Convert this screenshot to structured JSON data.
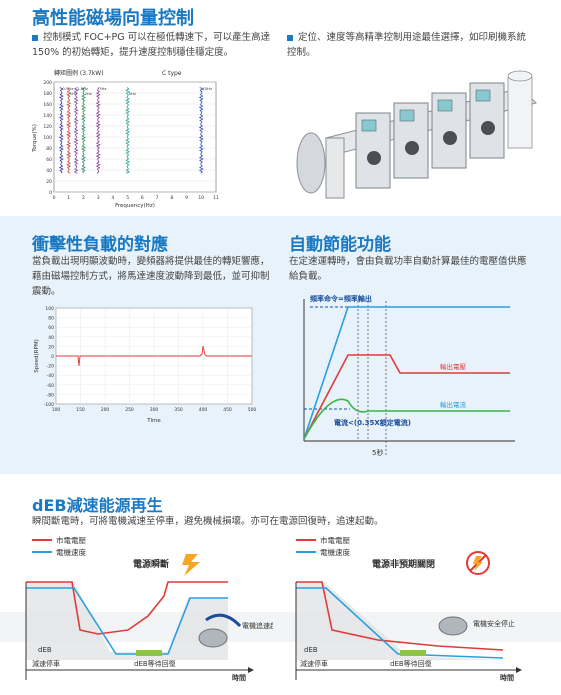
{
  "sec1": {
    "title": "高性能磁場向量控制",
    "bullet1": "控制模式 FOC+PG 可以在極低轉速下，可以產生高達 150% 的初始轉矩，提升速度控制穩佳穩定度。",
    "bullet2": "定位、速度等高精準控制用途最佳選擇，如印刷機系統控制。",
    "chart": {
      "title": "轉矩圖例 (3.7kW)",
      "ctype": "C type",
      "ylabel": "Torque(%)",
      "xlabel": "Frequency(Hz)",
      "yticks": [
        "200",
        "180",
        "160",
        "140",
        "120",
        "100",
        "80",
        "60",
        "40",
        "20",
        "0"
      ],
      "xticks": [
        "0",
        "1",
        "2",
        "3",
        "4",
        "5",
        "6",
        "7",
        "8",
        "9",
        "10",
        "11"
      ],
      "series_labels": [
        "0.5Hz",
        "1Hz",
        "1.5Hz",
        "2Hz",
        "3Hz",
        "5Hz",
        "10Hz"
      ]
    }
  },
  "sec2": {
    "title": "衝擊性負載的對應",
    "para": "當負載出現明顯波動時，變頻器將提供最佳的轉矩響應，藉由磁場控制方式，將馬達速度波動降到最低，並可抑制震動。",
    "chart": {
      "ylabel": "Speed(RPM)",
      "xlabel": "Time",
      "yticks": [
        "100",
        "80",
        "60",
        "40",
        "20",
        "0",
        "-20",
        "-40",
        "-60",
        "-80",
        "-100"
      ],
      "xticks": [
        "100",
        "150",
        "200",
        "250",
        "300",
        "350",
        "400",
        "450",
        "500"
      ]
    }
  },
  "sec3": {
    "title": "自動節能功能",
    "para": "在定速運轉時，會由負載功率自動計算最佳的電壓值供應給負載。",
    "label_freq": "頻率命令=頻率輸出",
    "label_voltage": "輸出電壓",
    "label_current": "輸出電流",
    "label_reduce": "電流<(0.35X額定電流)",
    "label_time": "5秒"
  },
  "sec4": {
    "title": "dEB減速能源再生",
    "para": "瞬間斷電時，可將電機減速至停車，避免機械損壞。亦可在電源回復時，追速起動。",
    "legend_voltage": "市電電壓",
    "legend_speed": "電機速度",
    "left": {
      "heading": "電源瞬斷",
      "annot": "電機追速啟動",
      "deb": "dEB",
      "decel": "減速停車",
      "wait": "dEB等待回復",
      "time": "時間"
    },
    "right": {
      "heading": "電源非預期關閉",
      "annot": "電機安全停止",
      "deb": "dEB",
      "decel": "減速停車",
      "wait": "dEB等待回復",
      "time": "時間"
    }
  },
  "colors": {
    "accent": "#1a79c2",
    "red": "#e03a3a",
    "blue": "#2a9fe0",
    "green": "#3cb54a"
  }
}
